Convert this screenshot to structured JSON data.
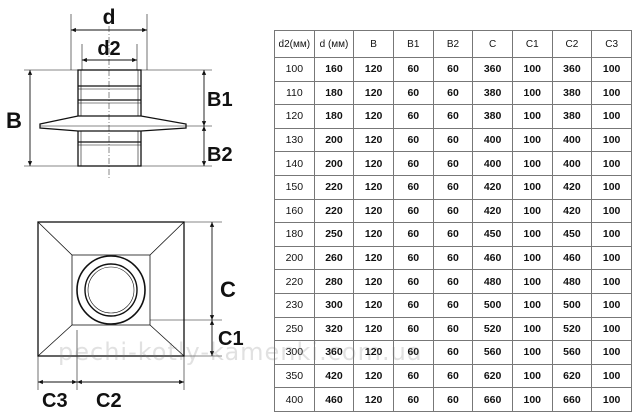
{
  "labels": {
    "d": "d",
    "d2": "d2",
    "B": "B",
    "B1": "B1",
    "B2": "B2",
    "C": "C",
    "C1": "C1",
    "C2": "C2",
    "C3": "C3"
  },
  "table": {
    "headers": [
      "d2(мм)",
      "d (мм)",
      "B",
      "B1",
      "B2",
      "C",
      "C1",
      "C2",
      "C3"
    ],
    "rows": [
      [
        "100",
        "160",
        "120",
        "60",
        "60",
        "360",
        "100",
        "360",
        "100"
      ],
      [
        "110",
        "180",
        "120",
        "60",
        "60",
        "380",
        "100",
        "380",
        "100"
      ],
      [
        "120",
        "180",
        "120",
        "60",
        "60",
        "380",
        "100",
        "380",
        "100"
      ],
      [
        "130",
        "200",
        "120",
        "60",
        "60",
        "400",
        "100",
        "400",
        "100"
      ],
      [
        "140",
        "200",
        "120",
        "60",
        "60",
        "400",
        "100",
        "400",
        "100"
      ],
      [
        "150",
        "220",
        "120",
        "60",
        "60",
        "420",
        "100",
        "420",
        "100"
      ],
      [
        "160",
        "220",
        "120",
        "60",
        "60",
        "420",
        "100",
        "420",
        "100"
      ],
      [
        "180",
        "250",
        "120",
        "60",
        "60",
        "450",
        "100",
        "450",
        "100"
      ],
      [
        "200",
        "260",
        "120",
        "60",
        "60",
        "460",
        "100",
        "460",
        "100"
      ],
      [
        "220",
        "280",
        "120",
        "60",
        "60",
        "480",
        "100",
        "480",
        "100"
      ],
      [
        "230",
        "300",
        "120",
        "60",
        "60",
        "500",
        "100",
        "500",
        "100"
      ],
      [
        "250",
        "320",
        "120",
        "60",
        "60",
        "520",
        "100",
        "520",
        "100"
      ],
      [
        "300",
        "360",
        "120",
        "60",
        "60",
        "560",
        "100",
        "560",
        "100"
      ],
      [
        "350",
        "420",
        "120",
        "60",
        "60",
        "620",
        "100",
        "620",
        "100"
      ],
      [
        "400",
        "460",
        "120",
        "60",
        "60",
        "660",
        "100",
        "660",
        "100"
      ]
    ]
  },
  "watermark": "pechi-kotly-kamenki.com.ua"
}
